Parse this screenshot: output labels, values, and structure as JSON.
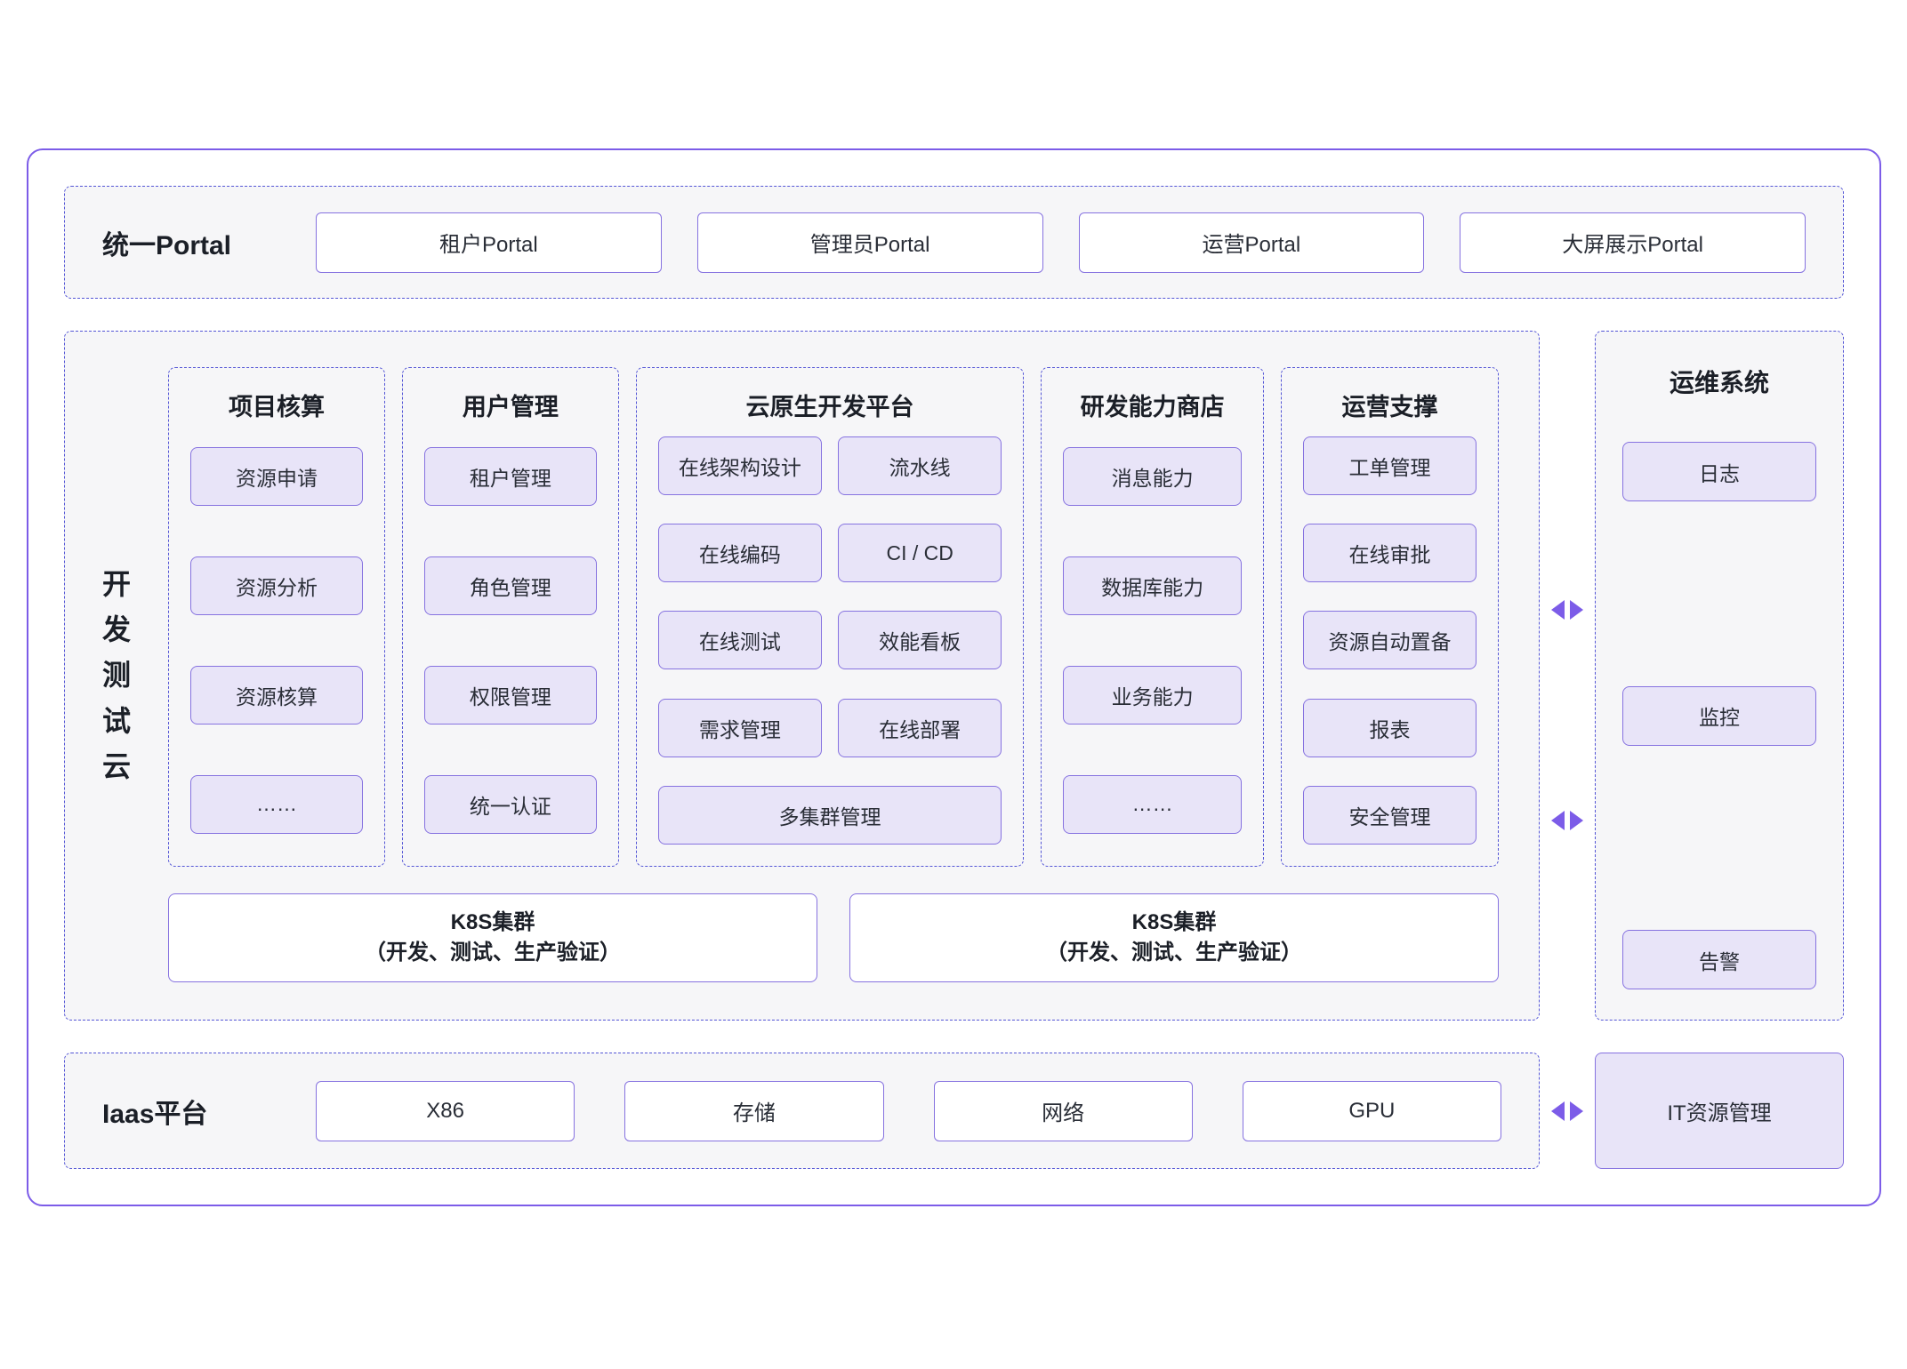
{
  "colors": {
    "accent": "#7c5ce8",
    "dashed_border": "#5456d6",
    "chip_fill": "#e8e4f8",
    "chip_border": "#8672e0",
    "section_bg": "#f6f6f8"
  },
  "portal": {
    "label": "统一Portal",
    "items": [
      "租户Portal",
      "管理员Portal",
      "运营Portal",
      "大屏展示Portal"
    ]
  },
  "dev_cloud": {
    "label": "开发测试云",
    "columns": [
      {
        "title": "项目核算",
        "items": [
          "资源申请",
          "资源分析",
          "资源核算",
          "……"
        ]
      },
      {
        "title": "用户管理",
        "items": [
          "租户管理",
          "角色管理",
          "权限管理",
          "统一认证"
        ]
      },
      {
        "title": "云原生开发平台",
        "pairs": [
          [
            "在线架构设计",
            "流水线"
          ],
          [
            "在线编码",
            "CI / CD"
          ],
          [
            "在线测试",
            "效能看板"
          ],
          [
            "需求管理",
            "在线部署"
          ]
        ],
        "full": "多集群管理"
      },
      {
        "title": "研发能力商店",
        "items": [
          "消息能力",
          "数据库能力",
          "业务能力",
          "……"
        ]
      },
      {
        "title": "运营支撑",
        "items": [
          "工单管理",
          "在线审批",
          "资源自动置备",
          "报表",
          "安全管理"
        ]
      }
    ],
    "k8s": [
      {
        "title": "K8S集群",
        "subtitle": "（开发、测试、生产验证）"
      },
      {
        "title": "K8S集群",
        "subtitle": "（开发、测试、生产验证）"
      }
    ]
  },
  "ops_system": {
    "title": "运维系统",
    "items": [
      "日志",
      "监控",
      "告警"
    ]
  },
  "iaas": {
    "label": "Iaas平台",
    "items": [
      "X86",
      "存储",
      "网络",
      "GPU"
    ]
  },
  "it_resource": {
    "label": "IT资源管理"
  }
}
